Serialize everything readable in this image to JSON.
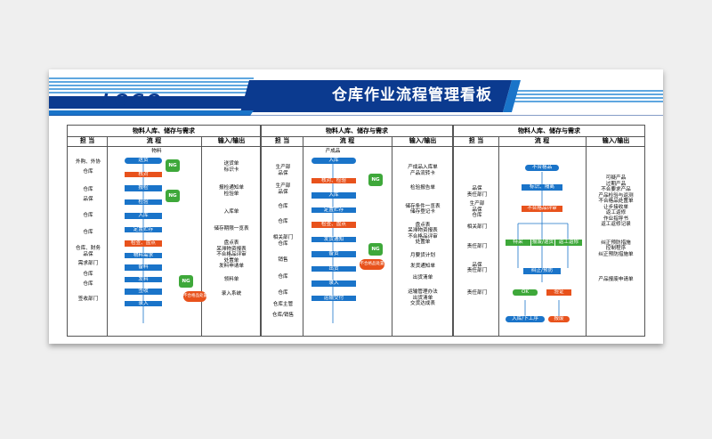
{
  "title": "仓库作业流程管理看板",
  "logo": "LOGO",
  "colors": {
    "navy": "#0b3a8f",
    "blue": "#1a74c9",
    "orange": "#e8521c",
    "green": "#3ea83a"
  },
  "panels": [
    {
      "heading": "物料人库、储存与需求",
      "cols": [
        "担 当",
        "流 程",
        "输入/输出"
      ],
      "top_label": "物料",
      "roles": [
        "外购、外协",
        "仓库",
        "仓库",
        "品保",
        "仓库",
        "仓库",
        "仓库、财务",
        "品保",
        "需求部门",
        "仓库",
        "仓库",
        "签收部门"
      ],
      "steps": [
        "送货",
        "核对",
        "报检",
        "检验",
        "入库",
        "定置贮存",
        "检查、盘点",
        "物料需求",
        "备料",
        "发料",
        "签收",
        "录入"
      ],
      "ng": [
        "NG",
        "NG",
        "NG"
      ],
      "nonconform": "不合格品处置",
      "io": [
        "送货单",
        "标识卡",
        "报检通知单",
        "检验单",
        "入库单",
        "储存期限一览表",
        "盘点表",
        "呆滞物资报表",
        "不合格品评审",
        "处置单",
        "发料申请单",
        "领料单",
        "录入系统"
      ]
    },
    {
      "heading": "物料人库、储存与需求",
      "cols": [
        "担 当",
        "流 程",
        "输入/输出"
      ],
      "top_label": "产成品",
      "roles": [
        "生产部",
        "品保",
        "生产部",
        "品保",
        "仓库",
        "仓库",
        "相关部门",
        "仓库",
        "销售",
        "仓库",
        "仓库",
        "仓库主管",
        "仓库/销售"
      ],
      "steps": [
        "入库",
        "核对、检验",
        "入库",
        "定置贮存",
        "检查、盘点",
        "发货通知",
        "备货",
        "出货",
        "录入",
        "运输交付"
      ],
      "ng": [
        "NG",
        "NG"
      ],
      "nonconform": "不合格品处置",
      "io": [
        "产成品入库单",
        "产品流转卡",
        "检验报告单",
        "储存条件一览表",
        "储存登记卡",
        "盘点表",
        "呆滞物资报表",
        "不合格品评审",
        "处置单",
        "月要货计划",
        "发货通知单",
        "出货清单",
        "运输管理办法",
        "出货清单",
        "交货达成表"
      ]
    },
    {
      "heading": "物料人库、储存与需求",
      "cols": [
        "担 当",
        "流 程",
        "输入/输出"
      ],
      "roles": [
        "品保",
        "责任部门",
        "生产部",
        "品保",
        "仓库",
        "相关部门",
        "责任部门",
        "品保",
        "责任部门",
        "责任部门"
      ],
      "steps": [
        "不合格品",
        "标识、隔离",
        "不合格品评审",
        "特采",
        "报废/退货",
        "返工返修",
        "纠正/预防",
        "验证",
        "OK",
        "入库/下工序",
        "报废"
      ],
      "io": [
        "可疑产品",
        "过期产品",
        "不合要求产品",
        "产品检验与返测",
        "不合格品处置单",
        "让步接收单",
        "返工返修",
        "作业指导书",
        "返工返修记录",
        "纠正预防措施",
        "控制程序",
        "纠正预防措施单",
        "产品报废申请单"
      ]
    }
  ]
}
